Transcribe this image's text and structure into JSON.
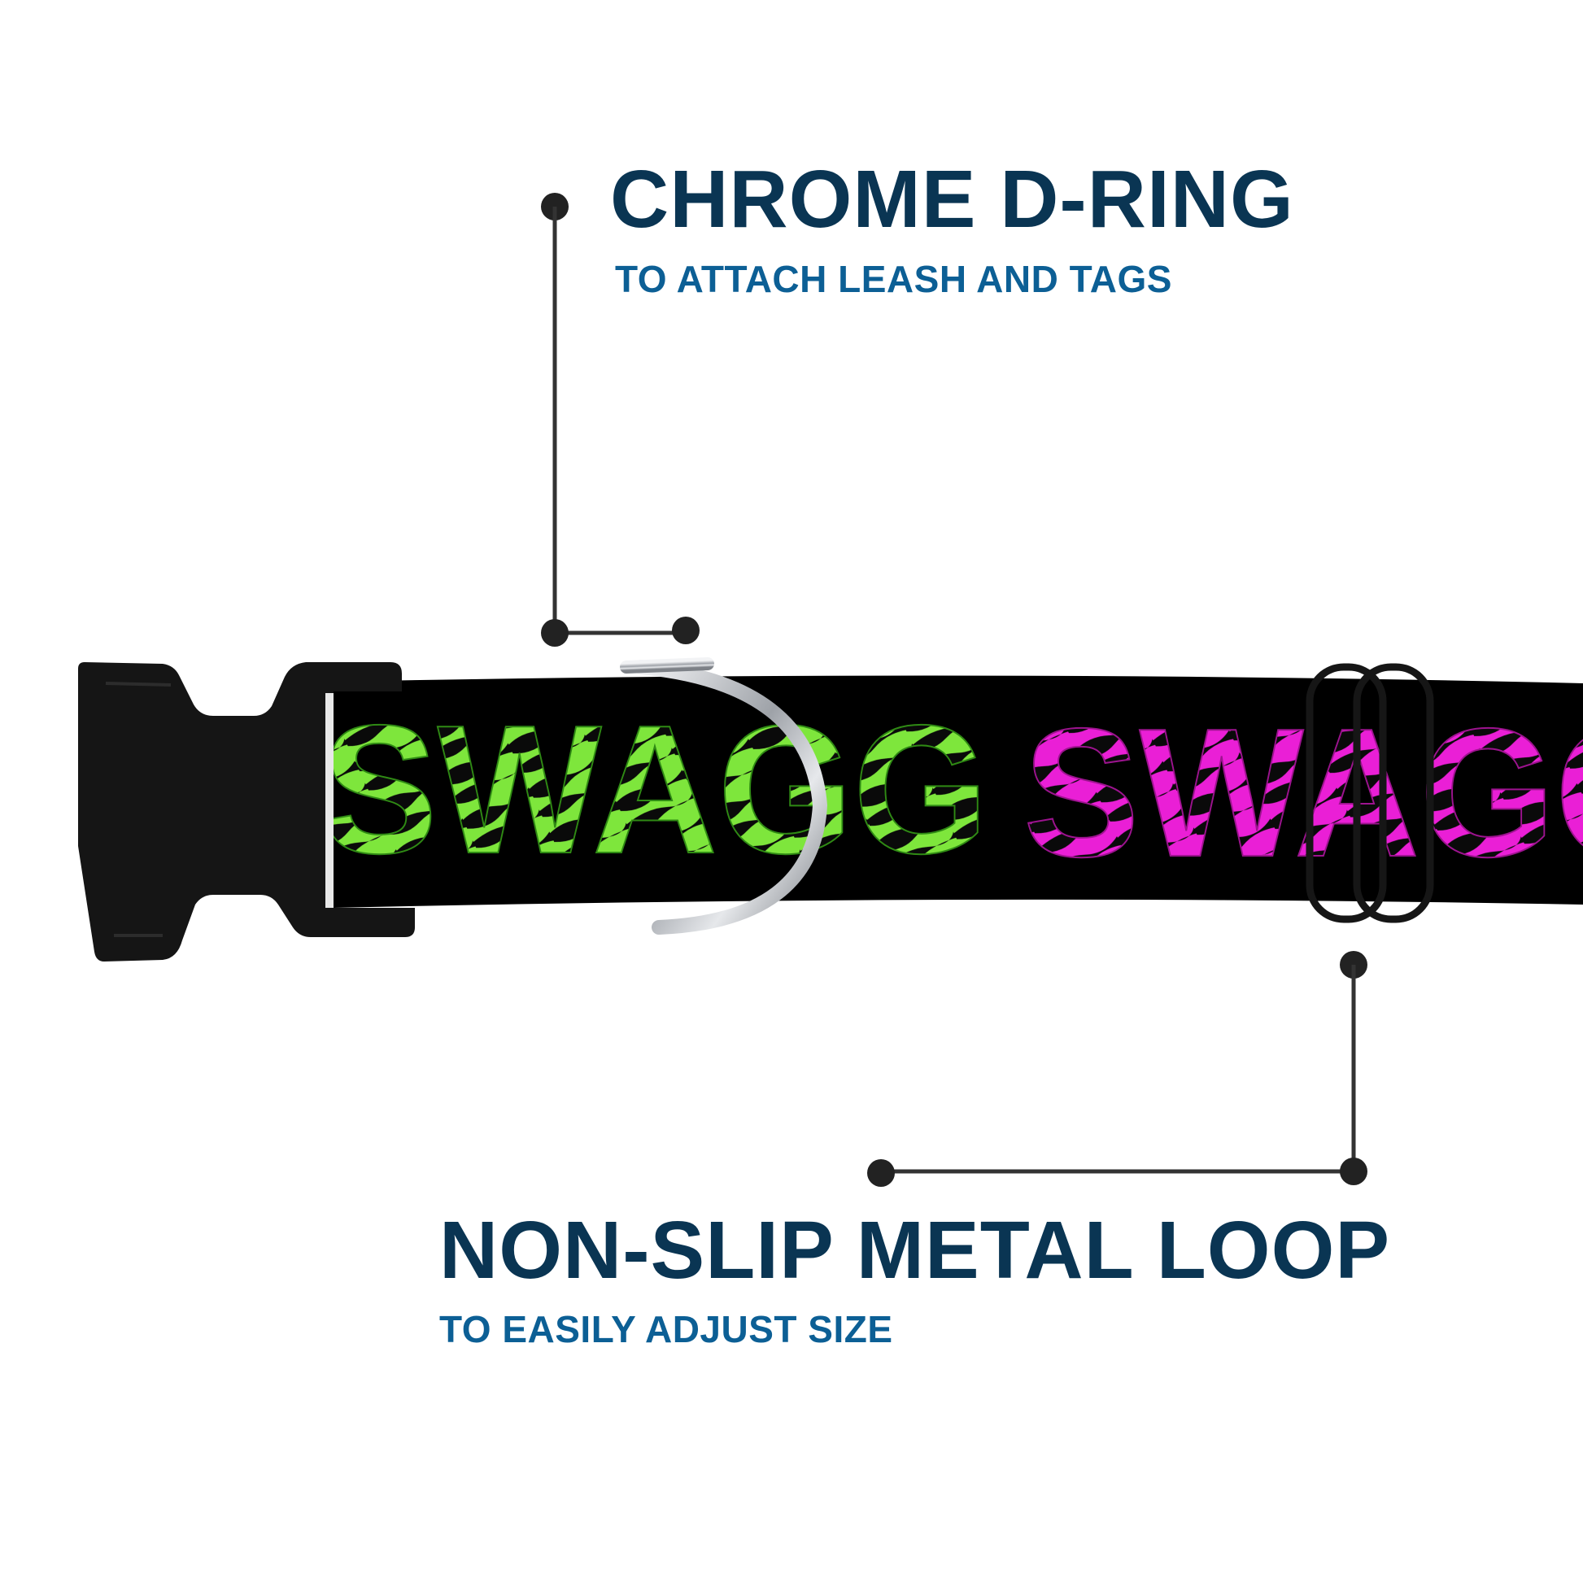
{
  "callouts": {
    "d_ring": {
      "title": "CHROME D-RING",
      "subtitle": "TO ATTACH LEASH AND TAGS"
    },
    "metal_loop": {
      "title": "NON-SLIP METAL LOOP",
      "subtitle": "TO EASILY ADJUST SIZE"
    }
  },
  "collar": {
    "print_text": "SWAGG",
    "colors": {
      "webbing": "#000000",
      "buckle": "#151515",
      "green_print": "#7ee63c",
      "pink_print": "#ea1fd6",
      "chrome": "#c9ccd0",
      "title_text": "#0a3553",
      "subtitle_text": "#0c5f95"
    }
  }
}
